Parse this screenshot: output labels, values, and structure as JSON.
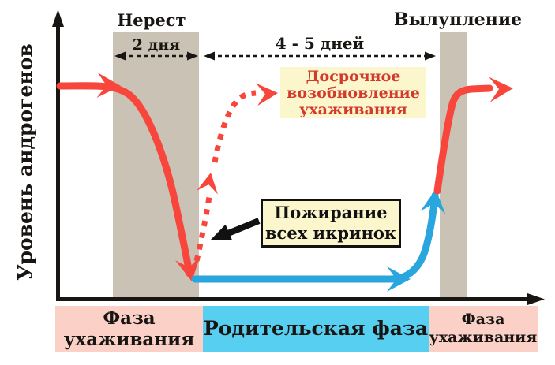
{
  "y_axis": {
    "label": "Уровень андрогенов"
  },
  "timeline": {
    "spawning_label": "Нерест",
    "hatching_label": "Вылупление",
    "spawning_duration": "2 дня",
    "incubation_duration": "4 - 5 дней"
  },
  "callouts": {
    "early_resumption": {
      "lines": [
        "Досрочное",
        "возобновление",
        "ухаживания"
      ]
    },
    "egg_eating": {
      "lines": [
        "Пожирание",
        "всех икринок"
      ]
    }
  },
  "phases": {
    "courtship_left": {
      "lines": [
        "Фаза",
        "ухаживания"
      ]
    },
    "parental": {
      "label": "Родительская фаза"
    },
    "courtship_right": {
      "lines": [
        "Фаза",
        "ухаживания"
      ]
    }
  },
  "colors": {
    "curve-red": "#f8463c",
    "curve-blue": "#2aa6de",
    "callout-bg": "#fcf6cc",
    "callout-red-text": "#d23a2c",
    "phase-pink": "#fbd0c7",
    "phase-cyan": "#57cff0",
    "period-gray": "#c9c2b5",
    "ink": "#181512"
  }
}
